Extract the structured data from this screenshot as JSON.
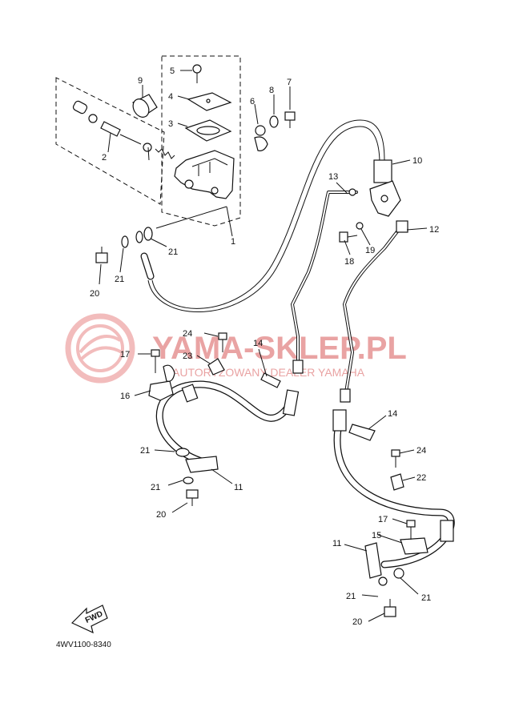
{
  "diagram": {
    "part_code": "4WV1100-8340",
    "fwd_label": "FWD",
    "callouts": [
      "1",
      "2",
      "3",
      "4",
      "5",
      "6",
      "7",
      "8",
      "9",
      "10",
      "11",
      "11",
      "12",
      "13",
      "14",
      "14",
      "15",
      "16",
      "17",
      "17",
      "18",
      "19",
      "20",
      "20",
      "21",
      "21",
      "21",
      "21",
      "21",
      "21",
      "22",
      "23",
      "24",
      "24"
    ]
  },
  "watermark": {
    "main_text": "YAMA-SKLEP.PL",
    "sub_text": "AUTORYZOWANY DEALER YAMAHA"
  },
  "colors": {
    "line": "#111111",
    "watermark": "#e9a3a3",
    "background": "#ffffff"
  }
}
